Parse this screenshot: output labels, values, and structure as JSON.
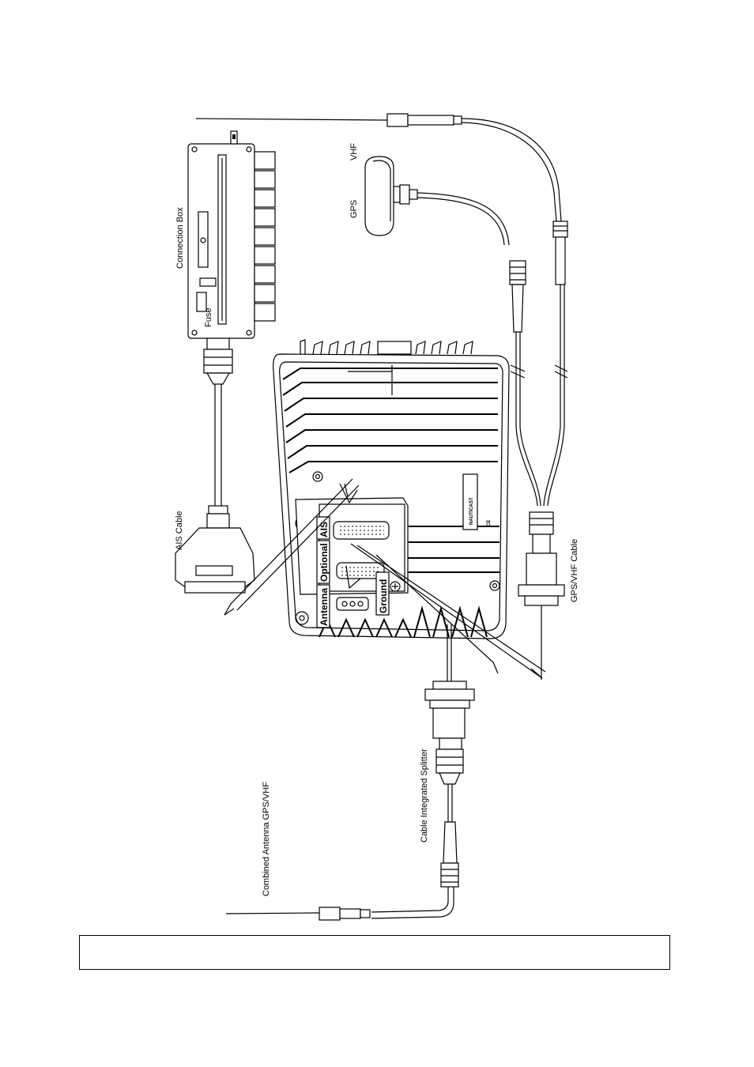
{
  "labels": {
    "connection_box": "Connection Box",
    "fuse": "Fuse",
    "vhf": "VHF",
    "gps": "GPS",
    "ais_cable": "AIS Cable",
    "gps_vhf_cable": "GPS/VHF Cable",
    "cable_splitter": "Cable Integrated Splitter",
    "combined_antenna": "Combined Antenna GPS/VHF"
  },
  "ports": {
    "antenna": "Antenna",
    "optional": "Optional",
    "ais": "AIS",
    "ground": "Ground"
  },
  "brand": {
    "logo": "NAUTICAST",
    "ce_mark": "CE"
  },
  "caption": ""
}
